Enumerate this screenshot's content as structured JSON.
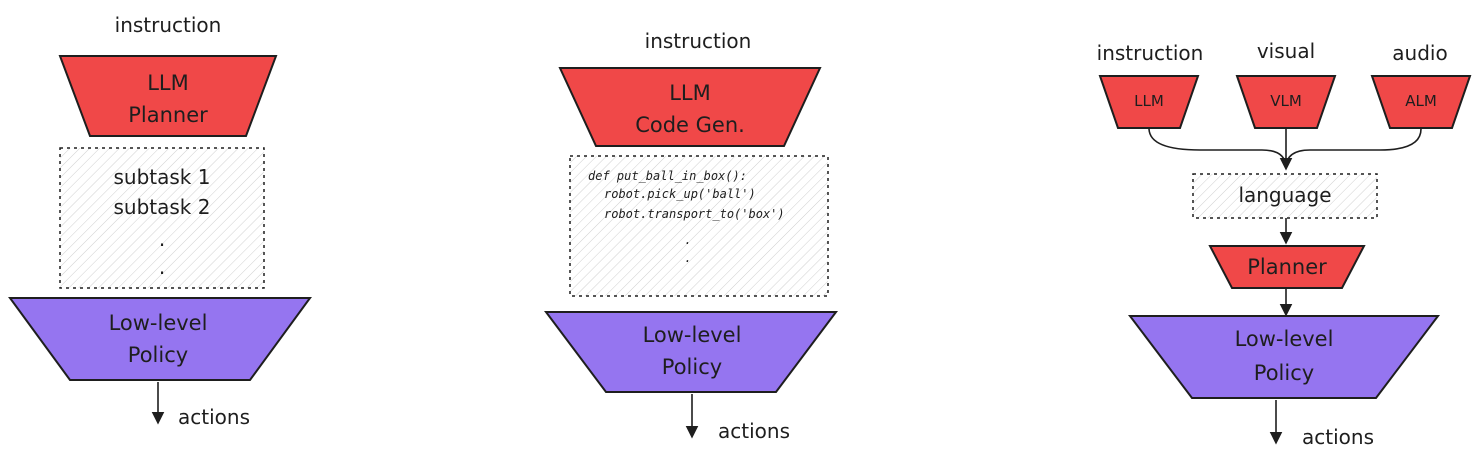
{
  "colors": {
    "planner": "#f04848",
    "policy": "#9575f0",
    "stroke": "#1e1e1e"
  },
  "panel1": {
    "instruction": "instruction",
    "planner_line1": "LLM",
    "planner_line2": "Planner",
    "subtasks": [
      "subtask 1",
      "subtask 2",
      ".",
      "."
    ],
    "policy_line1": "Low-level",
    "policy_line2": "Policy",
    "actions": "actions"
  },
  "panel2": {
    "instruction": "instruction",
    "planner_line1": "LLM",
    "planner_line2": "Code Gen.",
    "code": [
      "def put_ball_in_box():",
      "robot.pick_up('ball')",
      "robot.transport_to('box')",
      ".",
      "."
    ],
    "policy_line1": "Low-level",
    "policy_line2": "Policy",
    "actions": "actions"
  },
  "panel3": {
    "inputs": [
      "instruction",
      "visual",
      "audio"
    ],
    "models": [
      "LLM",
      "VLM",
      "ALM"
    ],
    "language": "language",
    "planner": "Planner",
    "policy_line1": "Low-level",
    "policy_line2": "Policy",
    "actions": "actions"
  }
}
